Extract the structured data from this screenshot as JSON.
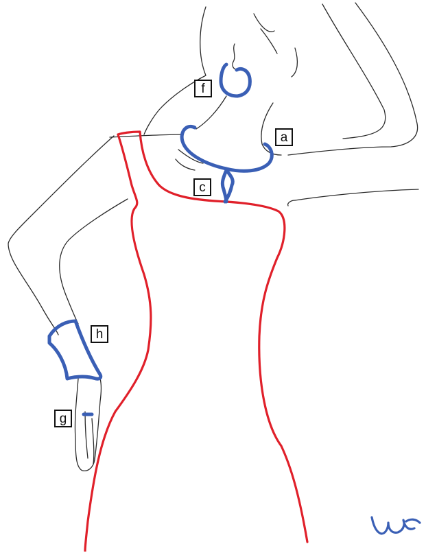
{
  "labels": {
    "f": "f",
    "a": "a",
    "c": "c",
    "h": "h",
    "g": "g"
  },
  "colors": {
    "outline": "#2a2a2a",
    "dress": "#e0202a",
    "jewelry": "#3a5fb5"
  }
}
